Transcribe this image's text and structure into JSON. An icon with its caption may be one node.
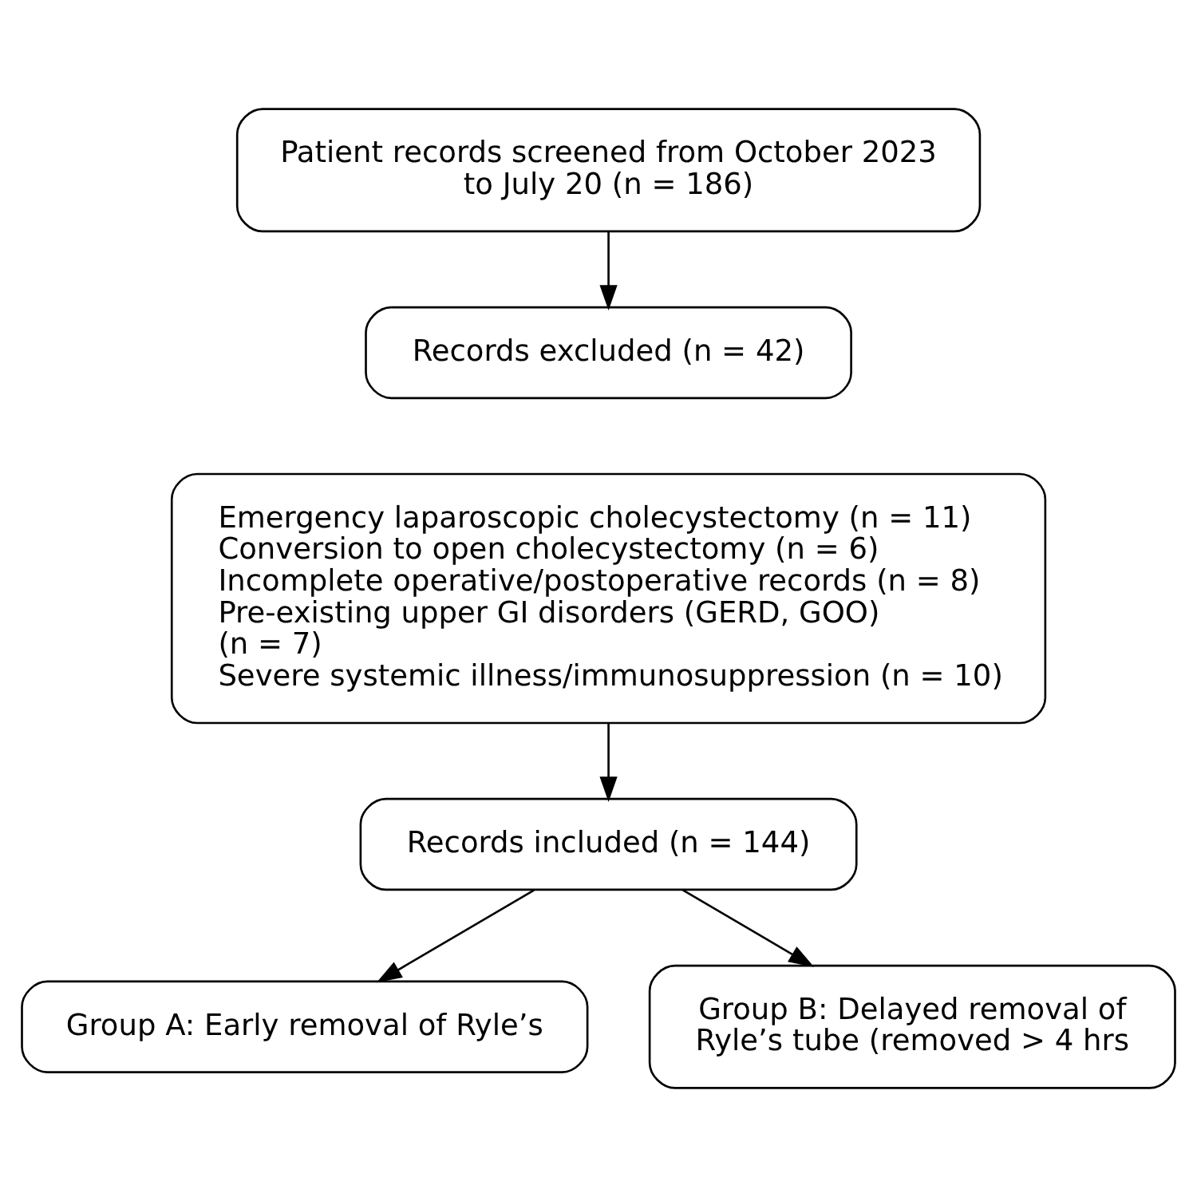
{
  "diagram": {
    "nodes": [
      {
        "text": [
          "Patient records screened from October 2023 to July 20 (n = 186)"
        ]
      },
      {
        "text": [
          "Records excluded (n = 42)"
        ]
      },
      {
        "text": [
          "Emergency laparoscopic cholecystectomy (n = 11) Conversion to open cholecystectomy (n = 6) Incomplete operative/postoperative records (n = 8) Pre-existing upper GI disorders (GERD, GOO) (n = 7) Severe systemic illness/immunosuppression (n = 10)"
        ]
      },
      {
        "text": [
          "Records included (n = 144)"
        ]
      },
      {
        "text": [
          "Group A: Early removal of Ryle’s"
        ]
      },
      {
        "text": [
          "Group B: Delayed removal of Ryle’s tube (removed > 4 hrs"
        ]
      }
    ],
    "edges": [
      {
        "from": 0,
        "to": 1,
        "arrow": "to"
      },
      {
        "from": 2,
        "to": 3,
        "arrow": "to"
      },
      {
        "from": 3,
        "to": 4,
        "arrow": "to"
      },
      {
        "from": 3,
        "to": 5,
        "arrow": "to"
      }
    ]
  }
}
